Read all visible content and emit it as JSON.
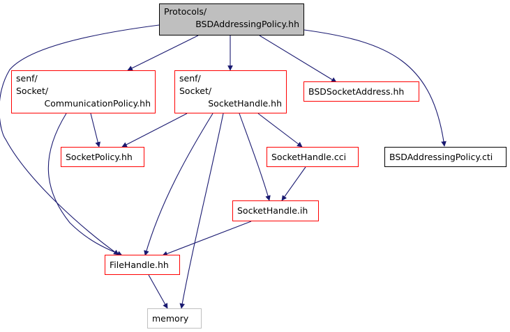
{
  "colors": {
    "edge": "#191970",
    "linked_border": "#ff0000",
    "root_fill": "#bfbfbf",
    "external_border": "#bfbfbf",
    "plain_border": "#000000"
  },
  "nodes": {
    "root": [
      "Protocols/",
      "BSDAddressingPolicy.hh"
    ],
    "communication_policy": [
      "senf/",
      "Socket/",
      "CommunicationPolicy.hh"
    ],
    "socket_handle_hh": [
      "senf/",
      "Socket/",
      "SocketHandle.hh"
    ],
    "bsd_socket_address": [
      "BSDSocketAddress.hh"
    ],
    "bsd_addressing_policy_cti": [
      "BSDAddressingPolicy.cti"
    ],
    "socket_policy": [
      "SocketPolicy.hh"
    ],
    "socket_handle_cci": [
      "SocketHandle.cci"
    ],
    "socket_handle_ih": [
      "SocketHandle.ih"
    ],
    "file_handle": [
      "FileHandle.hh"
    ],
    "memory": [
      "memory"
    ]
  }
}
